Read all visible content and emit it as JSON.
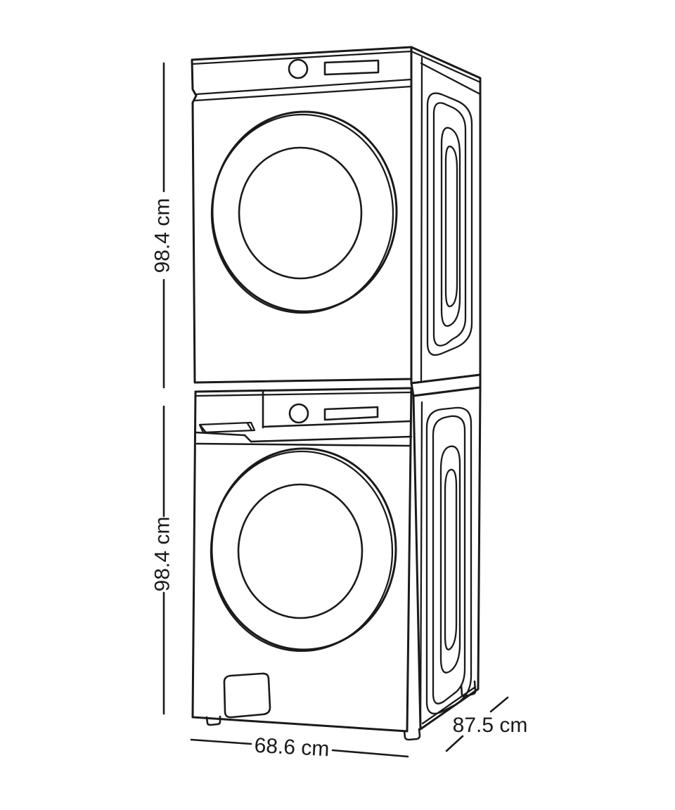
{
  "figure": {
    "background_color": "#ffffff",
    "line_color": "#1a1a1a",
    "dimensions": {
      "top_unit_height": "98.4 cm",
      "bottom_unit_height": "98.4 cm",
      "width": "68.6 cm",
      "depth": "87.5 cm"
    }
  }
}
